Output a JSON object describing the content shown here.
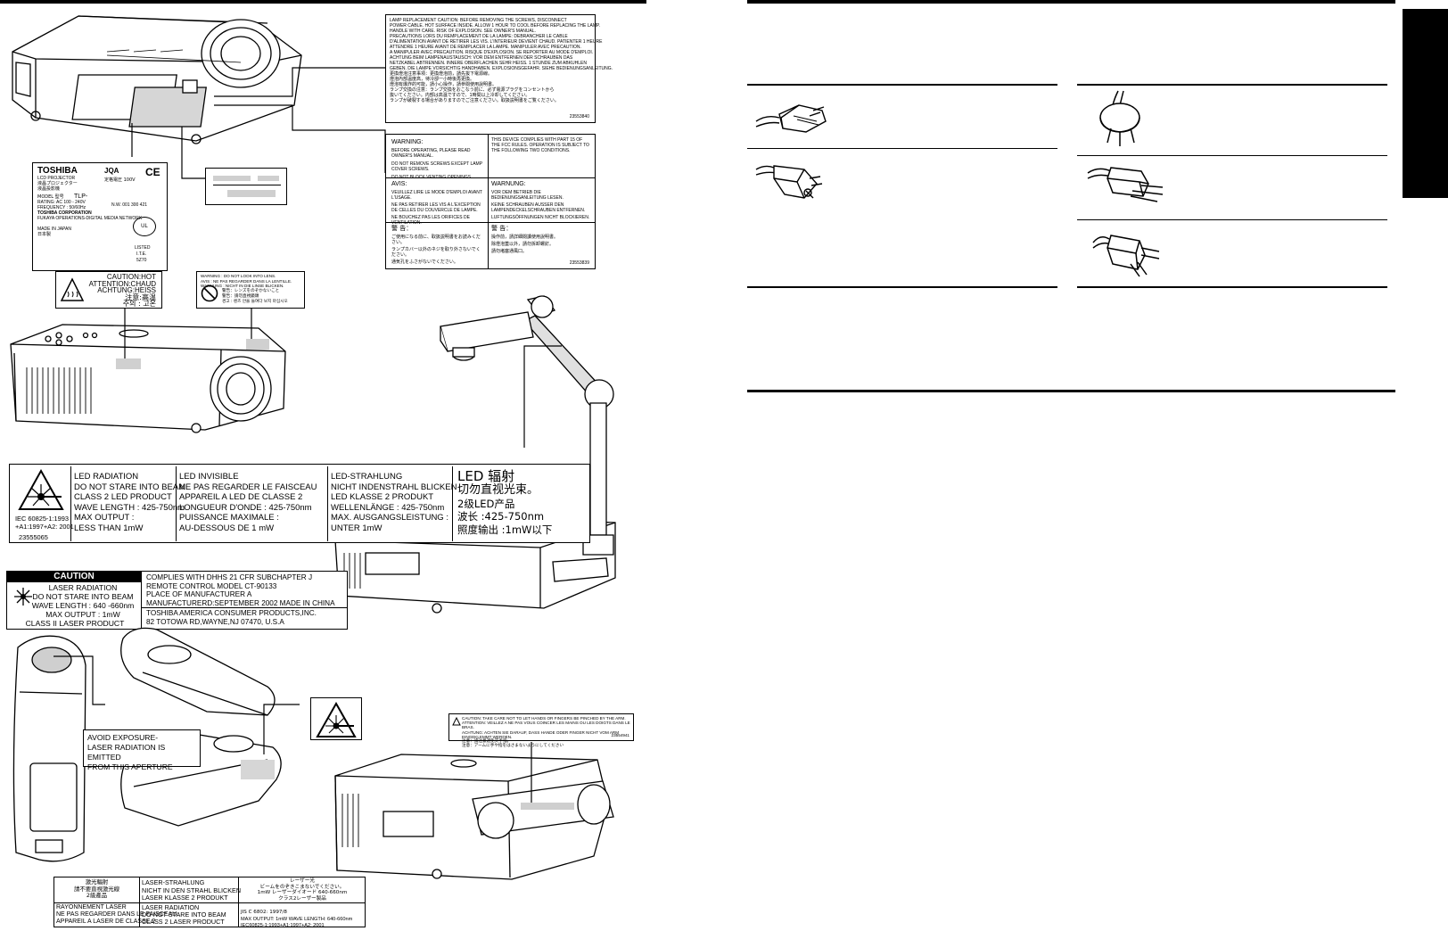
{
  "lamp_caution": {
    "lines": [
      "LAMP REPLACEMENT CAUTION: BEFORE REMOVING THE SCREWS, DISCONNECT",
      "POWER CABLE. HOT SURFACE INSIDE. ALLOW 1 HOUR TO COOL BEFORE REPLACING THE LAMP.",
      "HANDLE WITH CARE. RISK OF EXPLOSION. SEE OWNER'S MANUAL.",
      "PRECAUTIONS LORS DU REMPLACEMENT DE LA LAMPE: DEBRANCHER LE CABLE",
      "D'ALIMENTATION AVANT DE RETIRER LES VIS. L'INTERIEUR DEVIENT CHAUD. PATIENTER 1 HEURE",
      "ATTENDRE 1 HEURE AVANT DE REMPLACER LA LAMPE. MANIPULER AVEC PRECAUTION.",
      "A MANIPULER AVEC PRECAUTION. RISQUE D'EXPLOSION. SE REPORTER AU MODE D'EMPLOI.",
      "ACHTUNG BEIM LAMPENAUSTAUSCH: VOR DEM ENTFERNEN DER SCHRAUBEN DAS",
      "NETZKABEL ABTRENNEN. INNERE OBERFLACHEN SEHR HEISS. 1 STUNDE ZUM ABKUHLEN",
      "GEBEN. DIE LAMPE VORSICHTIG HANDHABEN. EXPLOSIONSGEFAHR. SIEHE BEDIENUNGSANLEITUNG.",
      "更換燈泡注意事項：更換燈泡前，請先拔下電源線。",
      "燈泡內部溫度高，待冷卻一小時後再更換。",
      "燈泡有爆炸的可能，請小心操作，請參閱使用說明書。",
      "ランプ交換の注意：ランプ交換をおこなう前に、必ず電源プラグをコンセントから",
      "抜いてください。内部は高温ですので、1時間以上冷却してください。",
      "ランプが破裂する場合がありますのでご注意ください。取扱説明書をご覧ください。"
    ],
    "code": "23553840"
  },
  "warning_label": {
    "warning_title": "WARNING:",
    "warning_items": [
      "BEFORE OPERATING, PLEASE READ OWNER'S MANUAL.",
      "DO NOT REMOVE SCREWS EXCEPT LAMP COVER SCREWS.",
      "DO NOT BLOCK VENTING OPENINGS."
    ],
    "fcc_text": "THIS DEVICE COMPLIES WITH PART 15 OF THE FCC RULES. OPERATION IS SUBJECT TO THE FOLLOWING TWO CONDITIONS.",
    "avis_title": "AVIS:",
    "avis_items": [
      "VEUILLEZ LIRE LE MODE D'EMPLOI AVANT L'USAGE.",
      "NE PAS RETIRER LES VIS A L'EXCEPTION DE CELLES DU COUVERCLE DE LAMPE.",
      "NE BOUCHEZ PAS LES ORIFICES DE VENTILATION."
    ],
    "warnung_title": "WARNUNG:",
    "warnung_items": [
      "VOR DEM BETRIEB DIE BEDIENUNGSANLEITUNG LESEN.",
      "KEINE SCHRAUBEN AUSSER DEN LAMPENDECKELSCHRAUBEN ENTFERNEN.",
      "LUFTUNGSÖFFNUNGEN NICHT BLOCKIEREN."
    ],
    "kokoku_title": "警 告：",
    "kokoku_items": [
      "ご使用になる前に、取扱説明書をお読みください。",
      "ランプカバー以外のネジを取り外さないでください。",
      "通気孔をふさがないでください。"
    ],
    "jinggao_title": "警 告：",
    "jinggao_items": [
      "操作前，請詳細閱讀使用說明書。",
      "除燈泡蓋以外，請勿拆卸螺釘。",
      "請勿堵塞通風口。"
    ],
    "code": "23553839"
  },
  "rating_plate": {
    "brand": "TOSHIBA",
    "jqa": "JQA",
    "product_en": "LCD  PROJECTOR",
    "product_jp": "液晶プロジェクター",
    "product_cn": "液晶投影機",
    "model_label": "MODEL 型号",
    "model_value": "TLP-",
    "rating_label": "RATING: AC 100 - 240V",
    "frequency_label": "FREQUENCY : 50/60Hz",
    "corp": "TOSHIBA CORPORATION",
    "ops": "FUKAYA OPERATIONS-DIGITAL MEDIA NETWORK",
    "made_in": "MADE IN JAPAN",
    "made_in_jp": "日本製",
    "listed": "LISTED",
    "ite": "I.T.E.",
    "ul_code": "5Z70",
    "voltage_jp": "定格電圧 100V",
    "nl_code": "N.W. 001 300 421"
  },
  "heat_caution": {
    "lines": [
      "CAUTION:HOT",
      "ATTENTION:CHAUD",
      "ACHTUNG:HEISS",
      "注意:高温",
      "주의 : 고온"
    ]
  },
  "lens_warning": {
    "lines": [
      "WARNING : DO NOT LOOK INTO LENS.",
      "AVIS : NE PAS REGARDER DANS LA LENTILLE.",
      "WARNUNG : NICHT IN DIE LINSE BLICKEN.",
      "警告：レンズをのぞかないこと",
      "警告：請勿直視鏡頭",
      "경고 : 렌즈 안을 들여다 보지 마십시오"
    ]
  },
  "led_label": {
    "col1": [
      "LED RADIATION",
      "DO NOT STARE INTO BEAM",
      "CLASS 2 LED PRODUCT",
      "WAVE LENGTH : 425-750nm",
      "MAX OUTPUT :",
      "LESS THAN 1mW"
    ],
    "col2": [
      "LED INVISIBLE",
      "NE PAS REGARDER LE FAISCEAU",
      "APPAREIL A LED DE CLASSE 2",
      "LONGUEUR D'ONDE : 425-750nm",
      "PUISSANCE MAXIMALE :",
      "AU-DESSOUS DE 1 mW"
    ],
    "col3": [
      "LED-STRAHLUNG",
      "NICHT INDENSTRAHL BLICKEN",
      "LED KLASSE 2 PRODUKT",
      "WELLENLÄNGE : 425-750nm",
      "MAX. AUSGANGSLEISTUNG :",
      "UNTER 1mW"
    ],
    "col4": [
      "LED 辐射",
      "切勿直视光束。",
      "2级LED产品",
      "波长 :425-750nm",
      "照度输出 :1mW以下"
    ],
    "iec": "IEC 60825-1:1993",
    "iec2": "+A1:1997+A2: 2001",
    "code": "23555065"
  },
  "laser_caution": {
    "title": "CAUTION",
    "lines": [
      "LASER RADIATION",
      "DO NOT STARE INTO BEAM",
      "WAVE LENGTH : 640 -660nm",
      "MAX OUTPUT : 1mW",
      "CLASS  II  LASER PRODUCT"
    ],
    "right": [
      "COMPLIES WITH DHHS 21 CFR SUBCHAPTER J",
      "REMOTE CONTROL MODEL CT-90133",
      "PLACE OF MANUFACTURER A",
      "MANUFACTURERD:SEPTEMBER 2002  MADE IN CHINA"
    ],
    "address": [
      "TOSHIBA AMERICA CONSUMER PRODUCTS,INC.",
      "82 TOTOWA RD,WAYNE,NJ 07470, U.S.A"
    ]
  },
  "avoid_exposure": {
    "lines": [
      "AVOID EXPOSURE-",
      "LASER RADIATION IS EMITTED",
      "FROM THIS APERTURE"
    ]
  },
  "arm_caution": {
    "lines": [
      "CAUTION: TAKE CARE NOT TO LET HANDS OR FINGERS BE PINCHED BY THE ARM.",
      "ATTENTION: VEILLEZ A NE PAS VOUS COINCER LES MAINS OU LES DOIGTS DANS LE BRAS.",
      "ACHTUNG: ACHTEN SIE DARAUF, DASS HANDE ODER FINGER NICHT VOM ARM EINGEKLEMMT WERDEN.",
      "注意：請注意避免夾手指。",
      "注意：アームに手や指をはさまないようにしてください"
    ],
    "code": "23554941"
  },
  "laser_bottom": {
    "cell1": [
      "激光輻射",
      "請不要直視激光線",
      "2級產品"
    ],
    "cell2": [
      "LASER-STRAHLUNG",
      "NICHT IN DEN STRAHL BLICKEN",
      "LASER KLASSE 2 PRODUKT"
    ],
    "cell3": [
      "レーザー光",
      "ビームをのぞきこまないでください。",
      "1mW レーザーダイオード  640-660nm",
      "クラス2レーザー製品",
      "JIS C 6802: 1997/8"
    ],
    "cell4": [
      "RAYONNEMENT LASER",
      "NE PAS REGARDER DANS LE FAISCEAU",
      "APPAREIL A LASER DE CLASSE 2"
    ],
    "cell5": [
      "LASER RADIATION",
      "DO NOT STARE INTO BEAM",
      "CLASS 2 LASER PRODUCT"
    ],
    "cell6": [
      "MAX OUTPUT: 1mW WAVE LENGTH: 640-660nm",
      "IEC60825-1:1993+A1:1997+A2: 2001"
    ]
  }
}
